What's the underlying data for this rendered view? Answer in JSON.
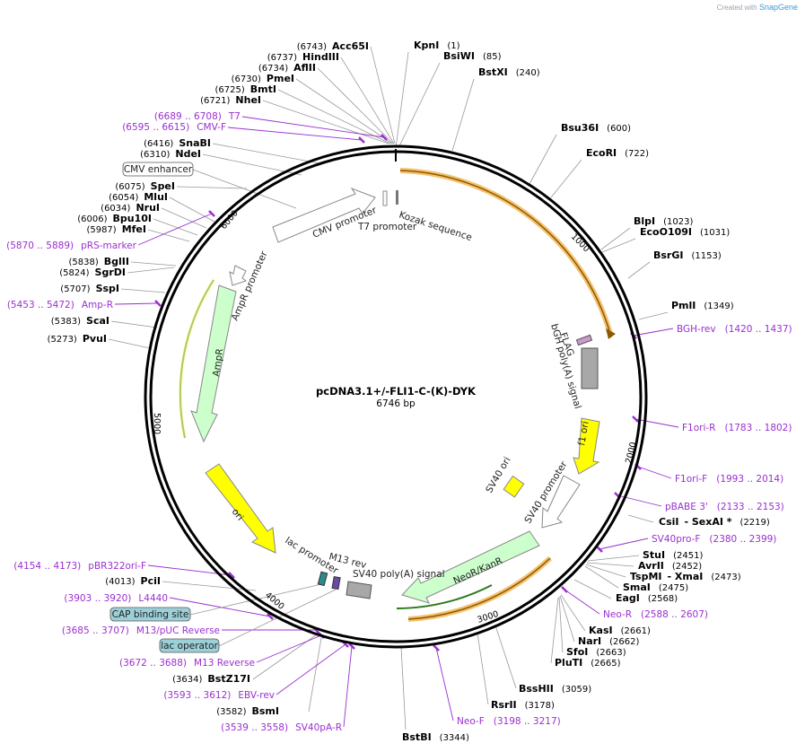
{
  "credit": {
    "prefix": "Created with",
    "brand": "SnapGene"
  },
  "plasmid": {
    "name": "pcDNA3.1+/-FLI1-C-(K)-DYK",
    "length_label": "6746 bp"
  },
  "colors": {
    "enzyme_line": "#999999",
    "primer": "#9a2fd0",
    "ori": "#ffff00",
    "promoter": "#ffffff",
    "marker": "#ccffcc",
    "orf_glow": "#f2b24a",
    "polya": "#a8a8a8"
  },
  "enzymes": [
    {
      "name": "KpnI",
      "pos": "(1)"
    },
    {
      "name": "BsiWI",
      "pos": "(85)"
    },
    {
      "name": "BstXI",
      "pos": "(240)"
    },
    {
      "name": "Bsu36I",
      "pos": "(600)"
    },
    {
      "name": "EcoRI",
      "pos": "(722)"
    },
    {
      "name": "BlpI",
      "pos": "(1023)"
    },
    {
      "name": "EcoO109I",
      "pos": "(1031)"
    },
    {
      "name": "BsrGI",
      "pos": "(1153)"
    },
    {
      "name": "PmlI",
      "pos": "(1349)"
    },
    {
      "name": "CsiI",
      "extra": "- SexAI *",
      "pos": "(2219)"
    },
    {
      "name": "StuI",
      "pos": "(2451)"
    },
    {
      "name": "AvrII",
      "pos": "(2452)"
    },
    {
      "name": "TspMI",
      "extra": "- XmaI",
      "pos": "(2473)"
    },
    {
      "name": "SmaI",
      "pos": "(2475)"
    },
    {
      "name": "EagI",
      "pos": "(2568)"
    },
    {
      "name": "KasI",
      "pos": "(2661)"
    },
    {
      "name": "NarI",
      "pos": "(2662)"
    },
    {
      "name": "SfoI",
      "pos": "(2663)"
    },
    {
      "name": "PluTI",
      "pos": "(2665)"
    },
    {
      "name": "BssHII",
      "pos": "(3059)"
    },
    {
      "name": "RsrII",
      "pos": "(3178)"
    },
    {
      "name": "BstBI",
      "pos": "(3344)"
    },
    {
      "name": "BsmI",
      "pos": "(3582)"
    },
    {
      "name": "BstZ17I",
      "pos": "(3634)"
    },
    {
      "name": "PciI",
      "pos": "(4013)"
    },
    {
      "name": "PvuI",
      "pos": "(5273)"
    },
    {
      "name": "ScaI",
      "pos": "(5383)"
    },
    {
      "name": "SspI",
      "pos": "(5707)"
    },
    {
      "name": "SgrDI",
      "pos": "(5824)"
    },
    {
      "name": "BglII",
      "pos": "(5838)"
    },
    {
      "name": "MfeI",
      "pos": "(5987)"
    },
    {
      "name": "Bpu10I",
      "pos": "(6006)"
    },
    {
      "name": "NruI",
      "pos": "(6034)"
    },
    {
      "name": "MluI",
      "pos": "(6054)"
    },
    {
      "name": "SpeI",
      "pos": "(6075)"
    },
    {
      "name": "NdeI",
      "pos": "(6310)"
    },
    {
      "name": "SnaBI",
      "pos": "(6416)"
    },
    {
      "name": "NheI",
      "pos": "(6721)"
    },
    {
      "name": "BmtI",
      "pos": "(6725)"
    },
    {
      "name": "PmeI",
      "pos": "(6730)"
    },
    {
      "name": "AflII",
      "pos": "(6734)"
    },
    {
      "name": "HindIII",
      "pos": "(6737)"
    },
    {
      "name": "Acc65I",
      "pos": "(6743)"
    }
  ],
  "primers": [
    {
      "name": "BGH-rev",
      "range": "(1420 .. 1437)"
    },
    {
      "name": "F1ori-R",
      "range": "(1783 .. 1802)"
    },
    {
      "name": "F1ori-F",
      "range": "(1993 .. 2014)"
    },
    {
      "name": "pBABE 3'",
      "range": "(2133 .. 2153)"
    },
    {
      "name": "SV40pro-F",
      "range": "(2380 .. 2399)"
    },
    {
      "name": "Neo-R",
      "range": "(2588 .. 2607)"
    },
    {
      "name": "Neo-F",
      "range": "(3198 .. 3217)"
    },
    {
      "name": "SV40pA-R",
      "range": "(3539 .. 3558)"
    },
    {
      "name": "EBV-rev",
      "range": "(3593 .. 3612)"
    },
    {
      "name": "M13 Reverse",
      "range": "(3672 .. 3688)"
    },
    {
      "name": "M13/pUC Reverse",
      "range": "(3685 .. 3707)"
    },
    {
      "name": "L4440",
      "range": "(3903 .. 3920)"
    },
    {
      "name": "pBR322ori-F",
      "range": "(4154 .. 4173)"
    },
    {
      "name": "Amp-R",
      "range": "(5453 .. 5472)"
    },
    {
      "name": "pRS-marker",
      "range": "(5870 .. 5889)"
    },
    {
      "name": "CMV-F",
      "range": "(6595 .. 6615)"
    },
    {
      "name": "T7",
      "range": "(6689 .. 6708)"
    }
  ],
  "boxed_features": [
    "CMV enhancer",
    "CAP binding site",
    "lac operator"
  ],
  "features": {
    "cmv_promoter": "CMV promoter",
    "t7_promoter": "T7 promoter",
    "kozak": "Kozak sequence",
    "flag": "FLAG",
    "bgh": "bGH poly(A) signal",
    "f1ori": "f1 ori",
    "sv40ori": "SV40 ori",
    "sv40promoter": "SV40 promoter",
    "neokan": "NeoR/KanR",
    "sv40pa": "SV40 poly(A) signal",
    "m13rev": "M13 rev",
    "lacpromoter": "lac promoter",
    "ori": "ori",
    "ampr": "AmpR",
    "amprpromoter": "AmpR promoter"
  },
  "ticks": [
    "1000",
    "2000",
    "3000",
    "4000",
    "5000",
    "6000"
  ]
}
